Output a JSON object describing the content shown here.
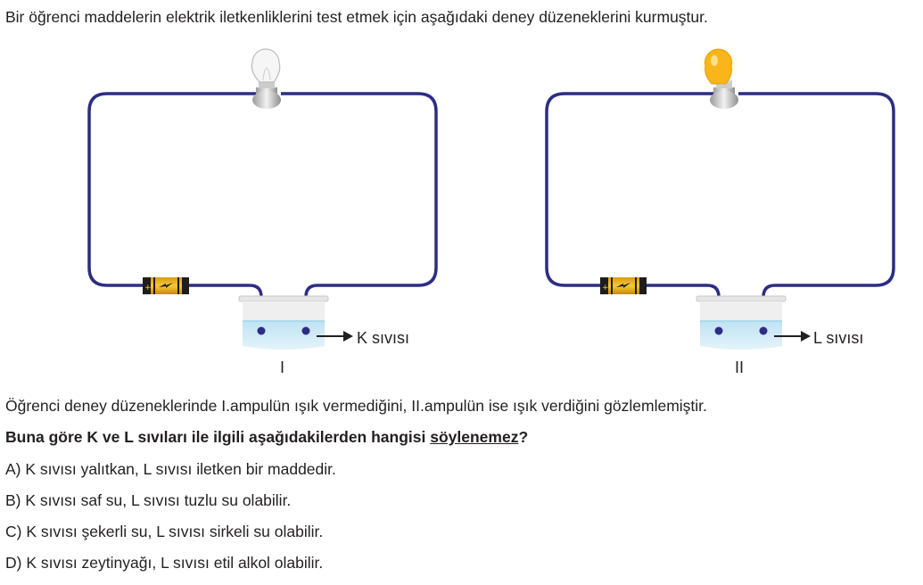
{
  "intro": "Bir öğrenci maddelerin elektrik iletkenliklerini test etmek için aşağıdaki deney düzeneklerini kurmuştur.",
  "setups": [
    {
      "roman": "I",
      "liquid_label": "K sıvısı",
      "bulb_lit": false
    },
    {
      "roman": "II",
      "liquid_label": "L sıvısı",
      "bulb_lit": true
    }
  ],
  "observation": "Öğrenci deney düzeneklerinde I.ampulün ışık vermediğini, II.ampulün ise ışık verdiğini gözlemlemiştir.",
  "question": {
    "prefix": "Buna göre K ve L sıvıları ile ilgili aşağıdakilerden hangisi ",
    "emphasis": "söylenemez",
    "suffix": "?"
  },
  "options": [
    "A) K sıvısı yalıtkan, L sıvısı iletken bir maddedir.",
    "B) K sıvısı saf su, L sıvısı tuzlu su olabilir.",
    "C) K sıvısı şekerli su, L sıvısı sirkeli su olabilir.",
    "D) K sıvısı zeytinyağı, L sıvısı etil alkol olabilir."
  ],
  "colors": {
    "wire": "#2e2d83",
    "battery": "#f2b51c",
    "bulb_on": "#f9b51a"
  }
}
